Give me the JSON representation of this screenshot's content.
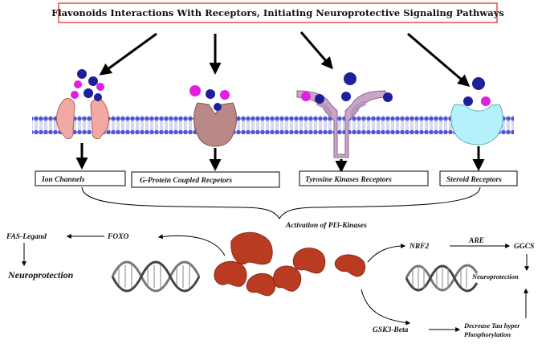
{
  "title": "Flavonoids Interactions With Receptors, Initiating Neuroprotective Signaling Pathways",
  "receptors": [
    {
      "label": "Ion Channels"
    },
    {
      "label": "G-Protein Coupled Recpetors"
    },
    {
      "label": "Tyrosine Kinases Receptors"
    },
    {
      "label": "Steroid Receptors"
    }
  ],
  "center_label": "Activation of PI3-Kinases",
  "left_pathway": {
    "foxo": "FOXO",
    "fas": "FAS-Legand",
    "outcome": "Neuroprotection"
  },
  "right_pathway": {
    "nrf2": "NRF2",
    "are": "ARE",
    "ggcs": "GGCS",
    "outcome": "Neuroprotection"
  },
  "bottom_pathway": {
    "gsk": "GSK3-Beta",
    "tau_line1": "Decrease Tau hyper",
    "tau_line2": "Phosphorylation"
  },
  "colors": {
    "ligand_blue": "#1f1f9e",
    "ligand_magenta": "#e11ee1",
    "membrane_blue": "#4f55d8",
    "ion_channel": "#f3a9a3",
    "gpcr": "#b98887",
    "tyrosine_kinase": "#c9a6c9",
    "steroid": "#b3f1fb",
    "pi3k": "#b83b22",
    "title_border": "#d9534f"
  }
}
